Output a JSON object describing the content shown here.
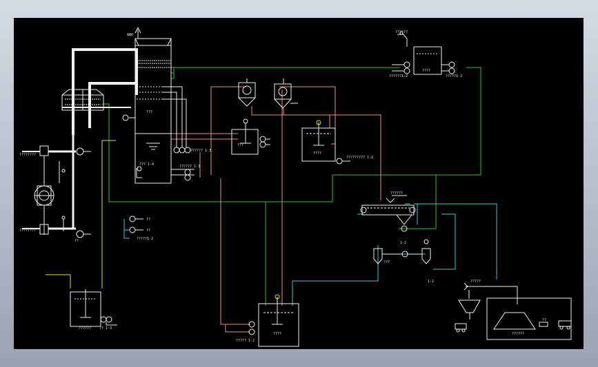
{
  "drawing": {
    "flue_outlet_label": "ANO",
    "absorber_label": "???",
    "absorber_pump_label": "?????? 1-3",
    "recirc_pump_label": "?????? 1-3",
    "oxidation_label": "??? 1-4",
    "inlet_label_top": "????????",
    "inlet_label_bottom": "????????",
    "fan_label": "??",
    "mixer_label": "???",
    "slurry_tank_label": "????",
    "slurry_pump_label": "????????? 1-2",
    "top_feeder_label": "??????",
    "top_tank_label": "????",
    "top_pump_left": "??????1-2",
    "top_pump_right": "?????1-2",
    "filter_label": "??????",
    "filter_pump_label": "?? 1-2",
    "filter_pump_label_b": "??",
    "sump_pump_label": "?????1-2",
    "belt_filter_label": "??????",
    "cyclone_label": "???",
    "hydrocyclone_label": "1-2",
    "cyclone_pump_label": "1-2",
    "lime_tank_label": "??????",
    "lime_pump_label": "?? 1-3",
    "waste_tank_label": "????",
    "waste_pump_label": "????? 1-2",
    "conveyor_label": "?????",
    "storage_label": "??????",
    "truck_label": "??"
  }
}
